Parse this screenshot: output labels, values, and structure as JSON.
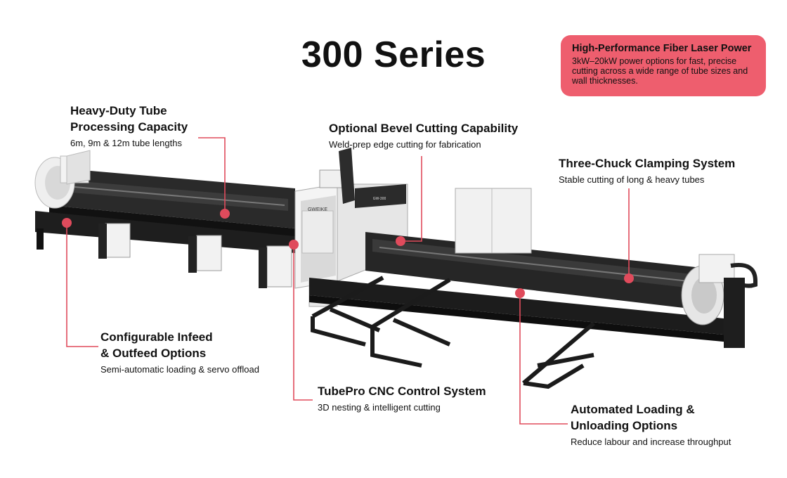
{
  "title": "300 Series",
  "callout": {
    "title": "High-Performance Fiber Laser Power",
    "body": "3kW–20kW power options for fast, precise cutting across a wide range of tube sizes and wall thicknesses."
  },
  "annotations": {
    "heavy_duty": {
      "title_line1": "Heavy-Duty Tube",
      "title_line2": "Processing Capacity",
      "subtitle": "6m, 9m & 12m tube lengths"
    },
    "bevel": {
      "title": "Optional Bevel Cutting Capability",
      "subtitle": "Weld-prep edge cutting for fabrication"
    },
    "three_chuck": {
      "title": "Three-Chuck Clamping System",
      "subtitle": "Stable cutting of long & heavy tubes"
    },
    "infeed": {
      "title_line1": "Configurable Infeed",
      "title_line2": "& Outfeed Options",
      "subtitle": "Semi-automatic loading & servo offload"
    },
    "tubepro": {
      "title": "TubePro CNC Control System",
      "subtitle": "3D nesting & intelligent cutting"
    },
    "loading": {
      "title_line1": "Automated Loading &",
      "title_line2": "Unloading Options",
      "subtitle": "Reduce labour and increase throughput"
    }
  },
  "machine_labels": {
    "brand_plate": "GWEIKE",
    "model_plate": "GW-300"
  },
  "colors": {
    "accent": "#ee5e6e",
    "leader": "#e04b5c",
    "frame": "#1c1c1c",
    "panel": "#e9e9e9"
  }
}
